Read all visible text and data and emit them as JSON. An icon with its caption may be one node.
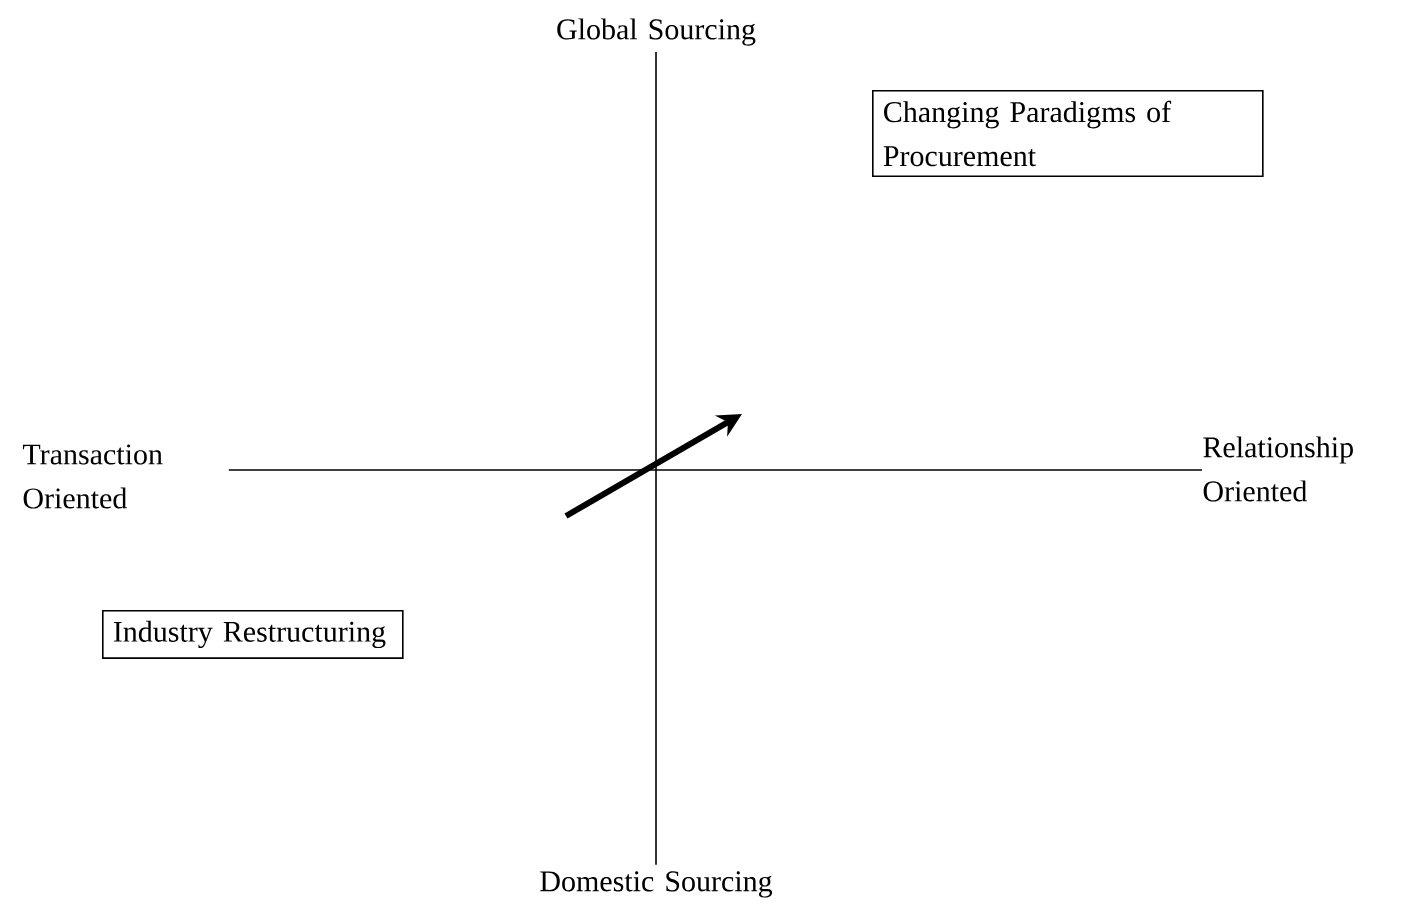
{
  "diagram": {
    "nodes": [
      {
        "text": [
          "Global Sourcing"
        ]
      },
      {
        "text": [
          "Changing Paradigms of Procurement"
        ]
      },
      {
        "text": [
          "Transaction Oriented"
        ]
      },
      {
        "text": [
          "Relationship Oriented"
        ]
      },
      {
        "text": [
          "Industry Restructuring"
        ]
      },
      {
        "text": [
          "Domestic Sourcing"
        ]
      }
    ],
    "edges": [
      {
        "from": 0,
        "to": 5,
        "arrow": "none"
      },
      {
        "from": 2,
        "to": 3,
        "arrow": "none"
      }
    ]
  }
}
